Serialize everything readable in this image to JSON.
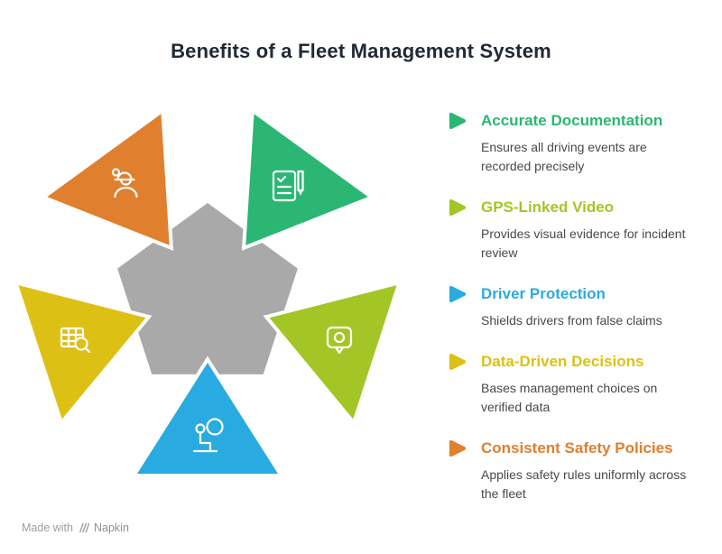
{
  "title": "Benefits of a Fleet Management System",
  "diagram": {
    "pentagon_color": "#a9a9a9",
    "segments": [
      {
        "name": "accurate-documentation",
        "icon": "checklist-pen-icon"
      },
      {
        "name": "gps-linked-video",
        "icon": "camera-location-pin-icon"
      },
      {
        "name": "driver-protection",
        "icon": "seated-driver-icon"
      },
      {
        "name": "data-driven-decisions",
        "icon": "table-magnifier-icon"
      },
      {
        "name": "consistent-safety-policies",
        "icon": "safety-officer-icon"
      }
    ]
  },
  "benefits": [
    {
      "title": "Accurate Documentation",
      "description": "Ensures all driving events are recorded precisely",
      "color": "#2bb673"
    },
    {
      "title": "GPS-Linked Video",
      "description": "Provides visual evidence for incident review",
      "color": "#a3c626"
    },
    {
      "title": "Driver Protection",
      "description": "Shields drivers from false claims",
      "color": "#29abe2"
    },
    {
      "title": "Data-Driven Decisions",
      "description": "Bases management choices on verified data",
      "color": "#ddc014"
    },
    {
      "title": "Consistent Safety Policies",
      "description": "Applies safety rules uniformly across the fleet",
      "color": "#e07f2d"
    }
  ],
  "footer": {
    "made_with": "Made with",
    "brand": "Napkin"
  }
}
